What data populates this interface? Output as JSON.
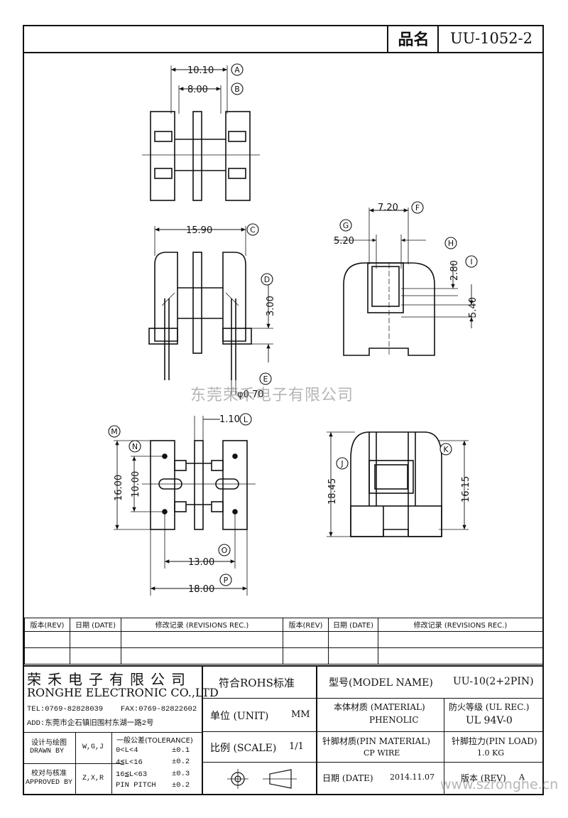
{
  "header": {
    "name_label": "品名",
    "part_number": "UU-1052-2"
  },
  "dimensions": [
    {
      "id": "A",
      "value": "10.10"
    },
    {
      "id": "B",
      "value": "8.00"
    },
    {
      "id": "C",
      "value": "15.90"
    },
    {
      "id": "D",
      "value": "3.00"
    },
    {
      "id": "E",
      "value": "φ0.70"
    },
    {
      "id": "F",
      "value": "7.20"
    },
    {
      "id": "G",
      "value": "5.20"
    },
    {
      "id": "H",
      "value": "2.80"
    },
    {
      "id": "I",
      "value": "5.40"
    },
    {
      "id": "J",
      "value": "18.45"
    },
    {
      "id": "K",
      "value": "16.15"
    },
    {
      "id": "L",
      "value": "1.10"
    },
    {
      "id": "M",
      "value": "16.00"
    },
    {
      "id": "N",
      "value": "10.00"
    },
    {
      "id": "O",
      "value": "13.00"
    },
    {
      "id": "P",
      "value": "18.00"
    }
  ],
  "watermark": "东莞荣禾电子有限公司",
  "website": "www.szronghe.cn",
  "revisions": {
    "headers": [
      "版本(REV)",
      "日期 (DATE)",
      "修改记录 (REVISIONS REC.)",
      "版本(REV)",
      "日期 (DATE)",
      "修改记录 (REVISIONS REC.)"
    ]
  },
  "company": {
    "name_cn": "荣禾电子有限公司",
    "name_en": "RONGHE ELECTRONIC CO.,LTD",
    "tel": "TEL:0769-82828039",
    "fax": "FAX:0769-82822602",
    "address": "ADD:东莞市企石镇旧围村东湖一路2号"
  },
  "signoff": {
    "design_label_cn": "设计与绘图",
    "design_label_en": "DRAWN BY",
    "design_names": "W,G,J",
    "approve_label_cn": "校对与核准",
    "approve_label_en": "APPROVED BY",
    "approve_names": "Z,X,R"
  },
  "tolerance": {
    "title": "一般公差(TOLERANCE)",
    "rows": [
      {
        "range": "0<L<4",
        "tol": "±0.1"
      },
      {
        "range": "4≦L<16",
        "tol": "±0.2"
      },
      {
        "range": "16≦L<63",
        "tol": "±0.3"
      },
      {
        "range": "PIN PITCH",
        "tol": "±0.2"
      }
    ]
  },
  "specs": {
    "rohs": "符合ROHS标准",
    "model_label": "型号(MODEL NAME)",
    "model_value": "UU-10(2+2PIN)",
    "unit_label": "单位 (UNIT)",
    "unit_value": "MM",
    "material_label": "本体材质 (MATERIAL)",
    "material_value": "PHENOLIC",
    "fire_label": "防火等级 (UL REC.)",
    "fire_value": "UL 94V-0",
    "scale_label": "比例 (SCALE)",
    "scale_value": "1/1",
    "pin_material_label": "针脚材质(PIN MATERIAL)",
    "pin_material_value": "CP WIRE",
    "pin_load_label": "针脚拉力(PIN LOAD)",
    "pin_load_value": "1.0 KG",
    "date_label": "日期 (DATE)",
    "date_value": "2014.11.07",
    "rev_label": "版本 (REV)",
    "rev_value": "A"
  }
}
